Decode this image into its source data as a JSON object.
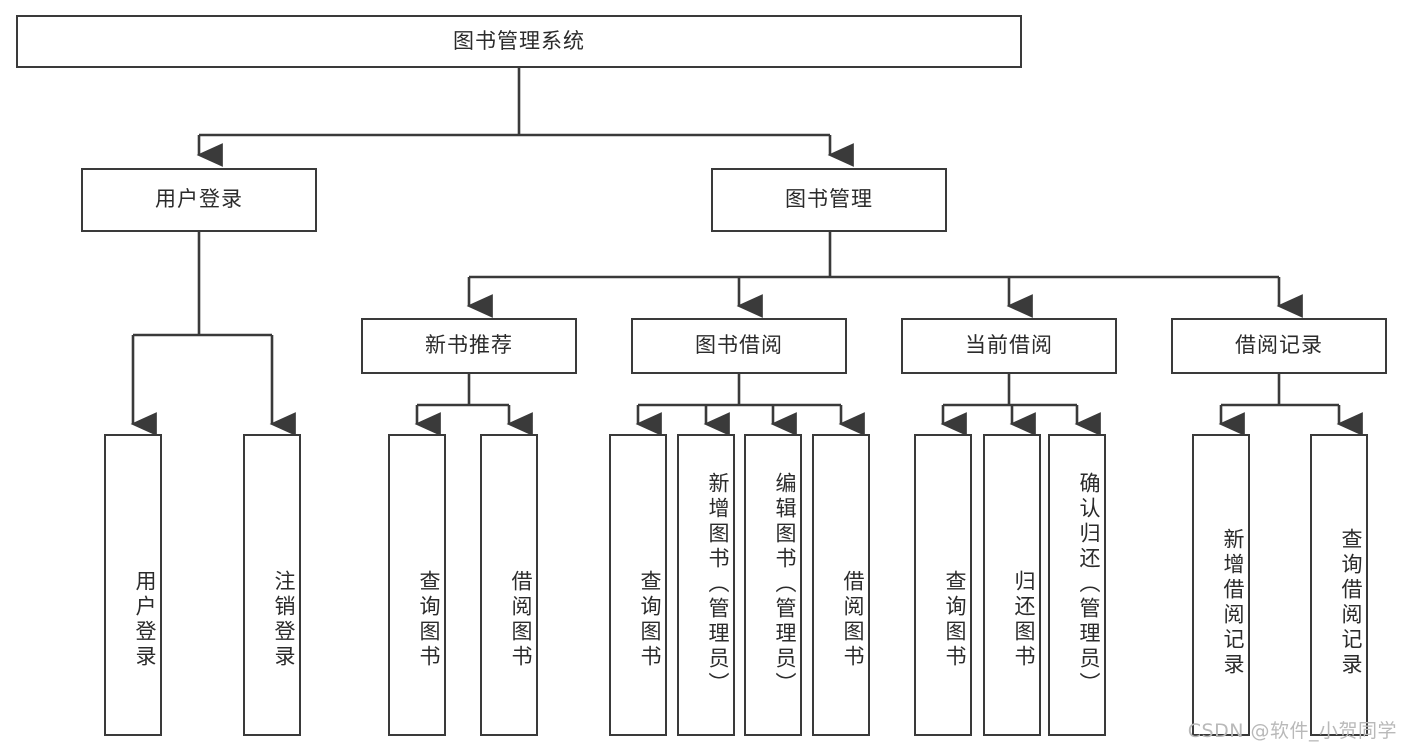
{
  "diagram": {
    "title": "图书管理系统",
    "type": "hierarchy-tree",
    "root": {
      "id": "root",
      "label": "图书管理系统"
    },
    "level2": [
      {
        "id": "user-login",
        "label": "用户登录"
      },
      {
        "id": "book-manage",
        "label": "图书管理"
      }
    ],
    "level3": [
      {
        "id": "new-book-recommend",
        "label": "新书推荐",
        "parent": "book-manage"
      },
      {
        "id": "book-borrow",
        "label": "图书借阅",
        "parent": "book-manage"
      },
      {
        "id": "current-borrow",
        "label": "当前借阅",
        "parent": "book-manage"
      },
      {
        "id": "borrow-record",
        "label": "借阅记录",
        "parent": "book-manage"
      }
    ],
    "leaves": {
      "user_login": [
        {
          "id": "leaf-user-login",
          "label": "用户登录"
        },
        {
          "id": "leaf-user-logout",
          "label": "注销登录"
        }
      ],
      "new_book_recommend": [
        {
          "id": "leaf-query-book-1",
          "label": "查询图书"
        },
        {
          "id": "leaf-borrow-book-1",
          "label": "借阅图书"
        }
      ],
      "book_borrow": [
        {
          "id": "leaf-query-book-2",
          "label": "查询图书"
        },
        {
          "id": "leaf-add-book",
          "label": "新增图书（管理员）"
        },
        {
          "id": "leaf-edit-book",
          "label": "编辑图书（管理员）"
        },
        {
          "id": "leaf-borrow-book-2",
          "label": "借阅图书"
        }
      ],
      "current_borrow": [
        {
          "id": "leaf-query-book-3",
          "label": "查询图书"
        },
        {
          "id": "leaf-return-book",
          "label": "归还图书"
        },
        {
          "id": "leaf-confirm-return",
          "label": "确认归还（管理员）"
        }
      ],
      "borrow_record": [
        {
          "id": "leaf-add-record",
          "label": "新增借阅记录"
        },
        {
          "id": "leaf-query-record",
          "label": "查询借阅记录"
        }
      ]
    }
  },
  "watermark": {
    "text": "CSDN @软件_小贺同学"
  },
  "colors": {
    "stroke": "#3a3a3a",
    "text": "#2b2b2b",
    "background": "#ffffff",
    "watermark": "#b9b9b9"
  }
}
